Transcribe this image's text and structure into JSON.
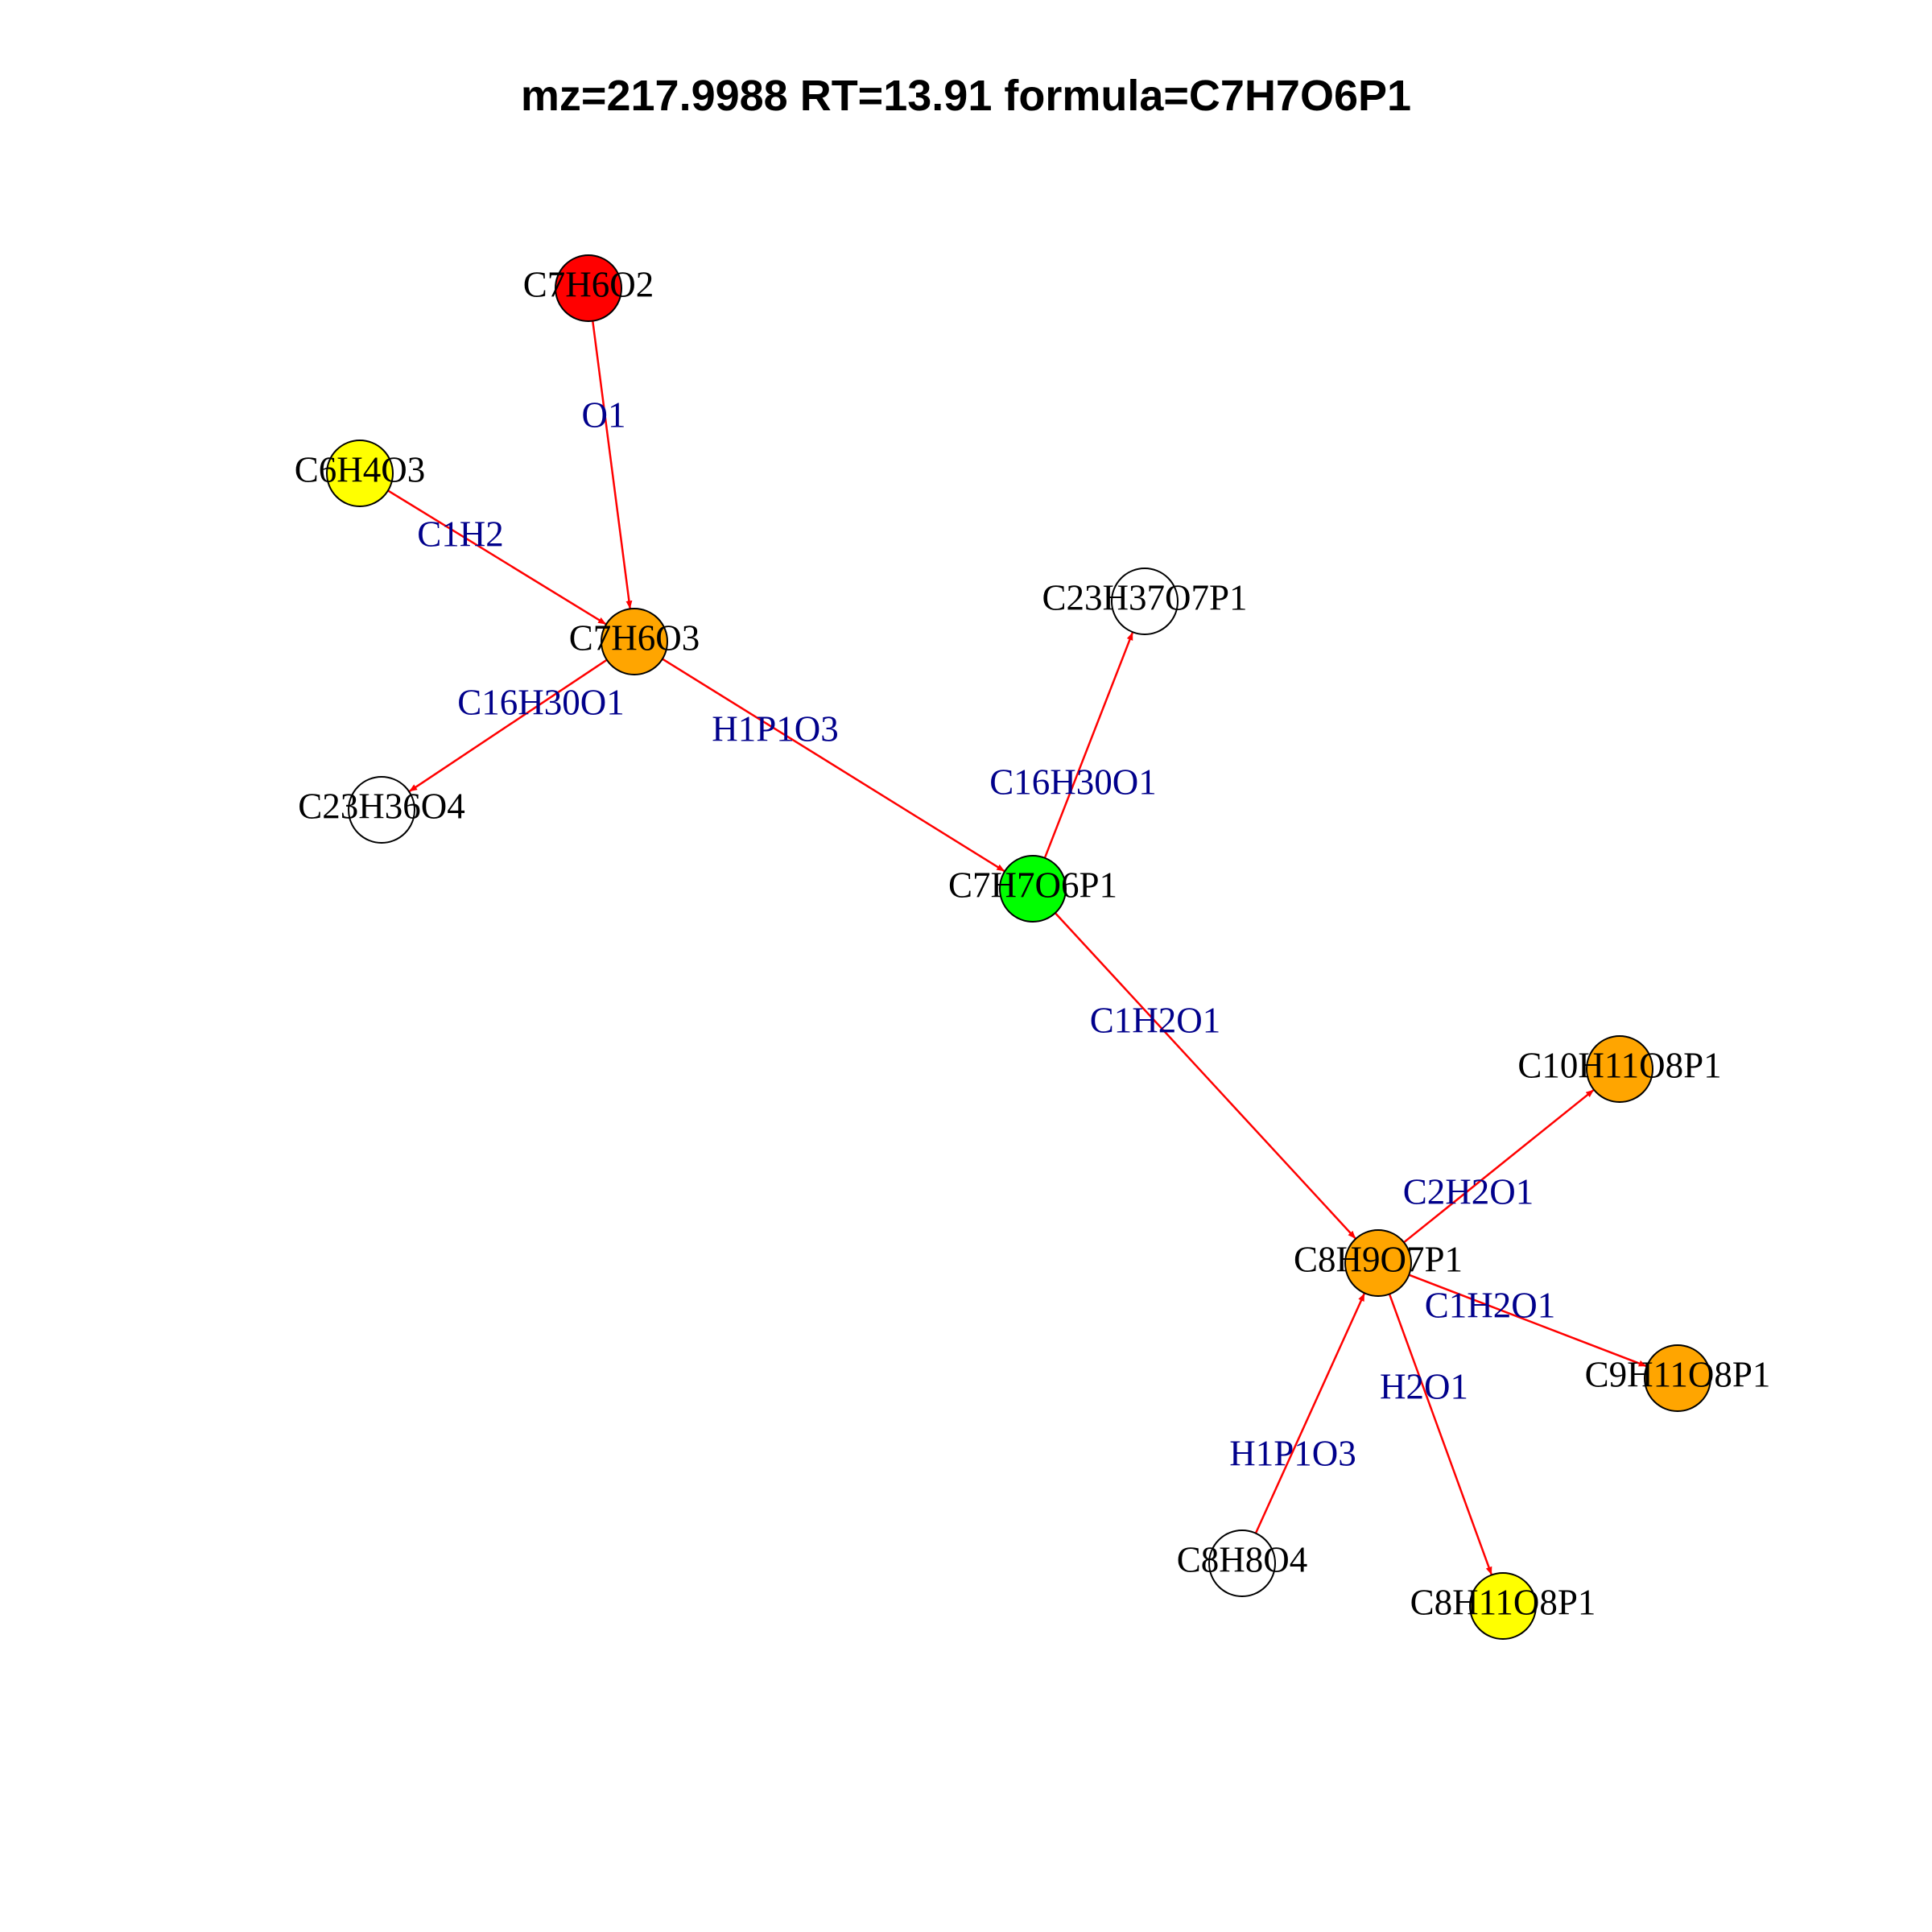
{
  "title": "mz=217.9988 RT=13.91 formula=C7H7O6P1",
  "colors": {
    "edge": "#ff0000",
    "edge_label": "#00008b",
    "node_border": "#000000",
    "red": "#ff0000",
    "yellow": "#ffff00",
    "orange": "#ffa500",
    "green": "#00ff00",
    "white": "#ffffff"
  },
  "nodes": [
    {
      "id": "C7H6O2",
      "label": "C7H6O2",
      "color": "red"
    },
    {
      "id": "C6H4O3",
      "label": "C6H4O3",
      "color": "yellow"
    },
    {
      "id": "C7H6O3",
      "label": "C7H6O3",
      "color": "orange"
    },
    {
      "id": "C23H36O4",
      "label": "C23H36O4",
      "color": "white"
    },
    {
      "id": "C23H37O7P1",
      "label": "C23H37O7P1",
      "color": "white"
    },
    {
      "id": "C7H7O6P1",
      "label": "C7H7O6P1",
      "color": "green"
    },
    {
      "id": "C8H9O7P1",
      "label": "C8H9O7P1",
      "color": "orange"
    },
    {
      "id": "C10H11O8P1",
      "label": "C10H11O8P1",
      "color": "orange"
    },
    {
      "id": "C9H11O8P1",
      "label": "C9H11O8P1",
      "color": "orange"
    },
    {
      "id": "C8H8O4",
      "label": "C8H8O4",
      "color": "white"
    },
    {
      "id": "C8H11O8P1",
      "label": "C8H11O8P1",
      "color": "yellow"
    }
  ],
  "edges": [
    {
      "from": "C7H6O2",
      "to": "C7H6O3",
      "label": "O1"
    },
    {
      "from": "C6H4O3",
      "to": "C7H6O3",
      "label": "C1H2"
    },
    {
      "from": "C7H6O3",
      "to": "C23H36O4",
      "label": "C16H30O1"
    },
    {
      "from": "C7H6O3",
      "to": "C7H7O6P1",
      "label": "H1P1O3"
    },
    {
      "from": "C7H7O6P1",
      "to": "C23H37O7P1",
      "label": "C16H30O1"
    },
    {
      "from": "C7H7O6P1",
      "to": "C8H9O7P1",
      "label": "C1H2O1"
    },
    {
      "from": "C8H9O7P1",
      "to": "C10H11O8P1",
      "label": "C2H2O1"
    },
    {
      "from": "C8H9O7P1",
      "to": "C9H11O8P1",
      "label": "C1H2O1"
    },
    {
      "from": "C8H8O4",
      "to": "C8H9O7P1",
      "label": "H1P1O3"
    },
    {
      "from": "C8H9O7P1",
      "to": "C8H11O8P1",
      "label": "H2O1"
    }
  ]
}
